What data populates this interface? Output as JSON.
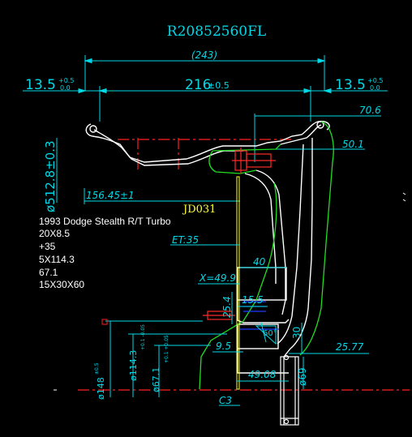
{
  "title": "R20852560FL",
  "dims": {
    "overall": "(243)",
    "left_offset": "13.5",
    "left_tol_upper": "+0.5",
    "left_tol_lower": "0.0",
    "inner_width": "216",
    "inner_tol": "±0.5",
    "right_offset": "13.5",
    "right_tol_upper": "+0.5",
    "right_tol_lower": "0.0",
    "rim_diameter": "ø512.8±0.3",
    "d_70_6": "70.6",
    "d_50_1": "50.1",
    "d_156_45": "156.45±1",
    "et": "ET:35",
    "d_40": "40",
    "x_49_9": "X=49.9",
    "d_25_4": "25.4",
    "d_15_5": "15.5",
    "d_9_5": "9.5",
    "d_60deg": "60°",
    "d_30": "30",
    "d_25_77": "25.77",
    "d_49_08": "49.08",
    "d_69": "ø69",
    "c3": "C3",
    "pcd_main": "ø114.3",
    "pcd_tol": "+0.1 -0.05",
    "bore_main": "ø67.1",
    "bore_tol": "+0.1 +0.05",
    "dia148_main": "ø148",
    "dia148_tol": "±0.5"
  },
  "part_code": "JD031",
  "specs": [
    "1993 Dodge Stealth R/T Turbo",
    "20X8.5",
    "+35",
    "5X114.3",
    "67.1",
    "15X30X60"
  ],
  "colors": {
    "background": "#000000",
    "dimension": "#00d8e8",
    "profile": "#ffffff",
    "centerline": "#ff2020",
    "template": "#22dd22",
    "hub": "#ff2a2a",
    "highlight": "#ffff33",
    "mount": "#1e3cff"
  }
}
